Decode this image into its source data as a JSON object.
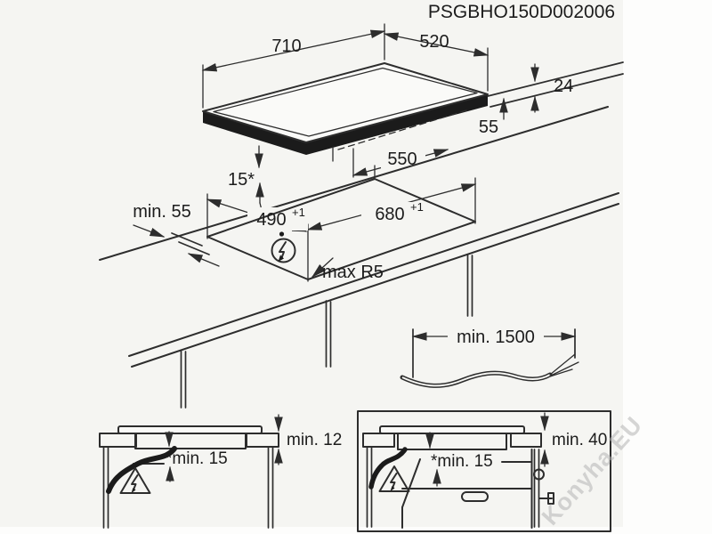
{
  "title": "PSGBHO150D002006",
  "watermark": "Konyha.EU",
  "colors": {
    "line": "#2d2d2d",
    "ink": "#1c1c1c",
    "background": "#f5f5f2",
    "margin_band": "#fdfdfc",
    "hob_body_fill": "#1b1b1b"
  },
  "top_view": {
    "width": "710",
    "depth": "520",
    "profile_height": "24",
    "body_depth": "55",
    "body_width": "550",
    "front_clearance": "15*"
  },
  "cutout": {
    "rear_clearance": "min. 55",
    "depth": "490",
    "depth_tol": "+1",
    "width": "680",
    "width_tol": "+1",
    "corner_radius": "max R5"
  },
  "cable": {
    "min_length": "min. 1500"
  },
  "install_left": {
    "top_thickness": "min. 12",
    "under_clearance": "*min. 15"
  },
  "install_right": {
    "top_thickness": "min. 40",
    "under_clearance": "*min. 15"
  },
  "icons": {
    "mains_connection": "lightning-circle-icon",
    "electrical_hazard": "lightning-triangle-icon"
  }
}
